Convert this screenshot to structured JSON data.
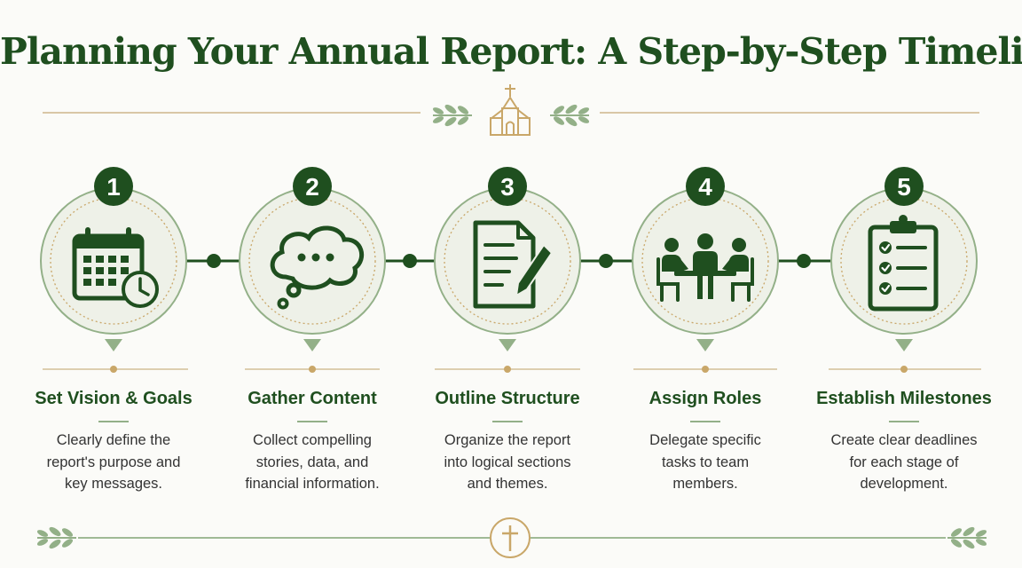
{
  "title": "Planning Your Annual Report: A Step-by-Step Timeline",
  "colors": {
    "dark_green": "#1f4f1f",
    "sage": "#93b088",
    "circle_fill": "#eef1e8",
    "tan": "#c9a769"
  },
  "icons": {
    "header": [
      "leaf-sprig-icon",
      "church-icon",
      "leaf-sprig-icon"
    ],
    "footer": [
      "leaf-sprig-icon",
      "cross-icon",
      "leaf-sprig-icon"
    ]
  },
  "steps": [
    {
      "number": "1",
      "icon": "calendar-clock-icon",
      "title": "Set Vision & Goals",
      "description": "Clearly define the\nreport's purpose and\nkey messages."
    },
    {
      "number": "2",
      "icon": "thought-bubble-icon",
      "title": "Gather Content",
      "description": "Collect compelling\nstories, data, and\nfinancial information."
    },
    {
      "number": "3",
      "icon": "document-pen-icon",
      "title": "Outline Structure",
      "description": "Organize the report\ninto logical sections\nand themes."
    },
    {
      "number": "4",
      "icon": "team-meeting-icon",
      "title": "Assign Roles",
      "description": "Delegate specific\ntasks to team\nmembers."
    },
    {
      "number": "5",
      "icon": "clipboard-checklist-icon",
      "title": "Establish Milestones",
      "description": "Create clear deadlines\nfor each stage of\ndevelopment."
    }
  ]
}
